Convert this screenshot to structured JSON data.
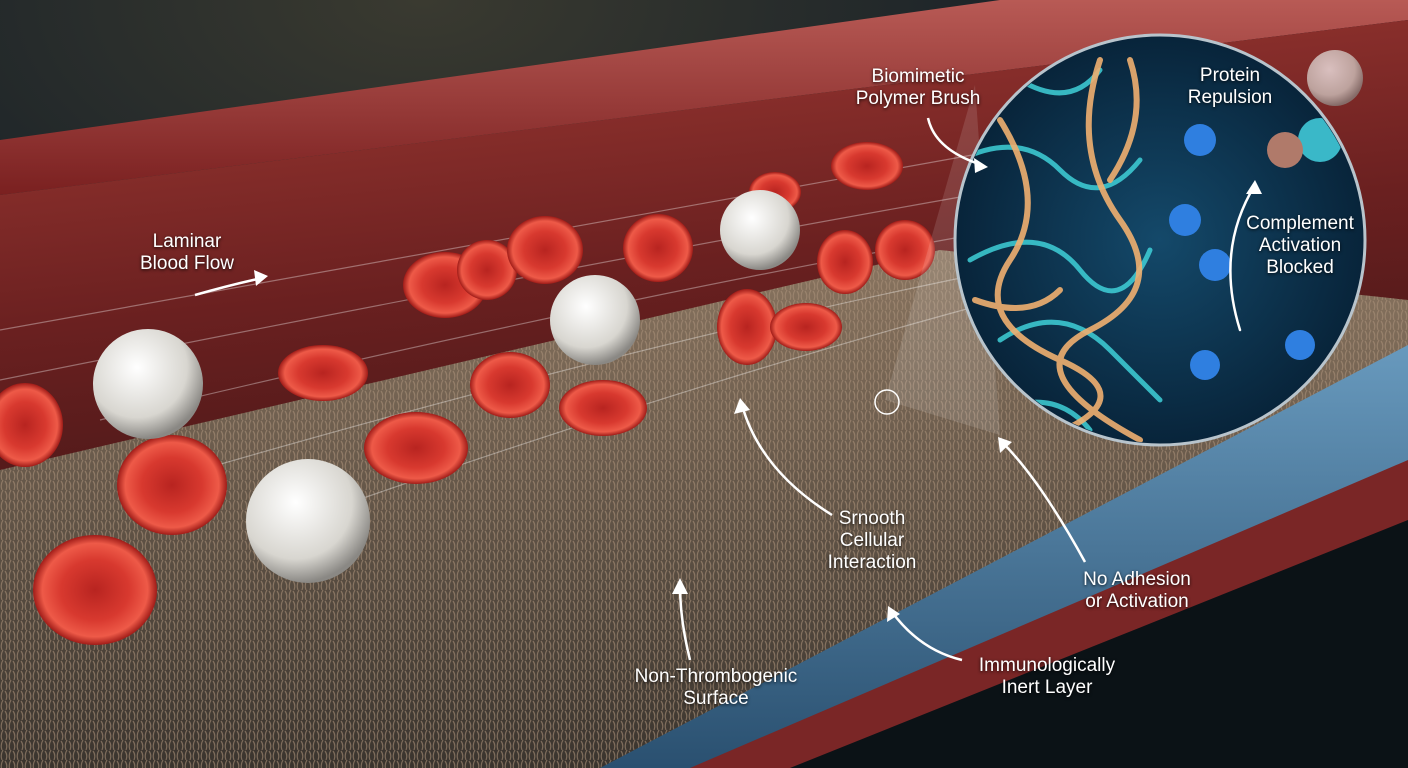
{
  "labels": {
    "laminar_flow": [
      "Laminar",
      "Blood Flow"
    ],
    "polymer_brush": [
      "Biomimetic",
      "Polymer Brush"
    ],
    "protein_repulsion": [
      "Protein",
      "Repulsion"
    ],
    "complement_blocked": [
      "Complement",
      "Activation",
      "Blocked"
    ],
    "smooth_interaction": [
      "Srnooth",
      "Cellular",
      "Interaction"
    ],
    "no_adhesion": [
      "No Adhesion",
      "or Activation"
    ],
    "non_thrombogenic": [
      "Non-Thrombogenic",
      "Surface"
    ],
    "inert_layer": [
      "Immunologically",
      "Inert Layer"
    ]
  },
  "colors": {
    "background": "#0d1418",
    "vessel_wall": "#8a2a2a",
    "lumen": "#6e2424",
    "red_blood_cell": "#d8332c",
    "white_blood_cell": "#e8e6e2",
    "brush_surface": "#7a6650",
    "inert_layer": "#4a7fa8",
    "magnifier_bg": "#0c3550",
    "polymer_cyan": "#3fd0d8",
    "polymer_orange": "#f0b070",
    "protein_blue": "#2f7fe0"
  }
}
